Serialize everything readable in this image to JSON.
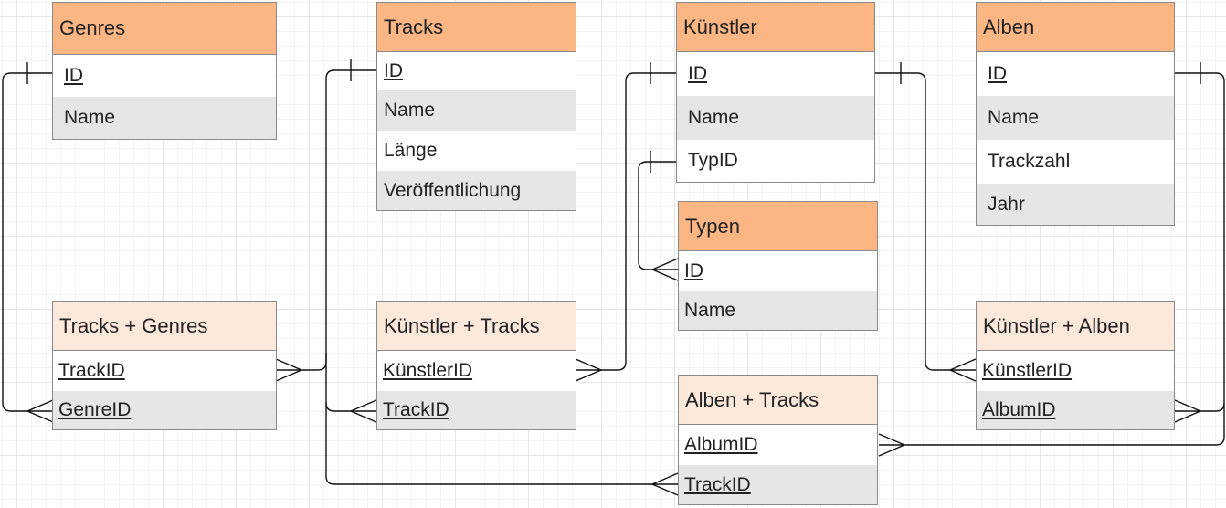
{
  "entities": {
    "genres": {
      "title": "Genres",
      "fields": [
        "ID",
        "Name"
      ]
    },
    "tracks": {
      "title": "Tracks",
      "fields": [
        "ID",
        "Name",
        "Länge",
        "Veröffentlichung"
      ]
    },
    "kuenstler": {
      "title": "Künstler",
      "fields": [
        "ID",
        "Name",
        "TypID"
      ]
    },
    "alben": {
      "title": "Alben",
      "fields": [
        "ID",
        "Name",
        "Trackzahl",
        "Jahr"
      ]
    },
    "typen": {
      "title": "Typen",
      "fields": [
        "ID",
        "Name"
      ]
    },
    "tracks_genres": {
      "title": "Tracks + Genres",
      "fields": [
        "TrackID",
        "GenreID"
      ]
    },
    "kuenstler_tracks": {
      "title": "Künstler + Tracks",
      "fields": [
        "KünstlerID",
        "TrackID"
      ]
    },
    "kuenstler_alben": {
      "title": "Künstler + Alben",
      "fields": [
        "KünstlerID",
        "AlbumID"
      ]
    },
    "alben_tracks": {
      "title": "Alben + Tracks",
      "fields": [
        "AlbumID",
        "TrackID"
      ]
    }
  },
  "relationships": [
    {
      "from": "Genres.ID",
      "to": "Tracks + Genres.GenreID",
      "cardinality": "one-to-many"
    },
    {
      "from": "Tracks.ID",
      "to": "Tracks + Genres.TrackID",
      "cardinality": "one-to-many"
    },
    {
      "from": "Tracks.ID",
      "to": "Künstler + Tracks.TrackID",
      "cardinality": "one-to-many"
    },
    {
      "from": "Tracks.ID",
      "to": "Alben + Tracks.TrackID",
      "cardinality": "one-to-many"
    },
    {
      "from": "Künstler.ID",
      "to": "Künstler + Tracks.KünstlerID",
      "cardinality": "one-to-many"
    },
    {
      "from": "Künstler.ID",
      "to": "Künstler + Alben.KünstlerID",
      "cardinality": "one-to-many"
    },
    {
      "from": "Künstler.TypID",
      "to": "Typen.ID",
      "cardinality": "one-to-many"
    },
    {
      "from": "Alben.ID",
      "to": "Künstler + Alben.AlbumID",
      "cardinality": "one-to-many"
    },
    {
      "from": "Alben.ID",
      "to": "Alben + Tracks.AlbumID",
      "cardinality": "one-to-many"
    }
  ],
  "colors": {
    "entity_header": "#fbb684",
    "junction_header": "#fde8dc",
    "alt_row": "#e6e6e6",
    "line": "#111111"
  }
}
